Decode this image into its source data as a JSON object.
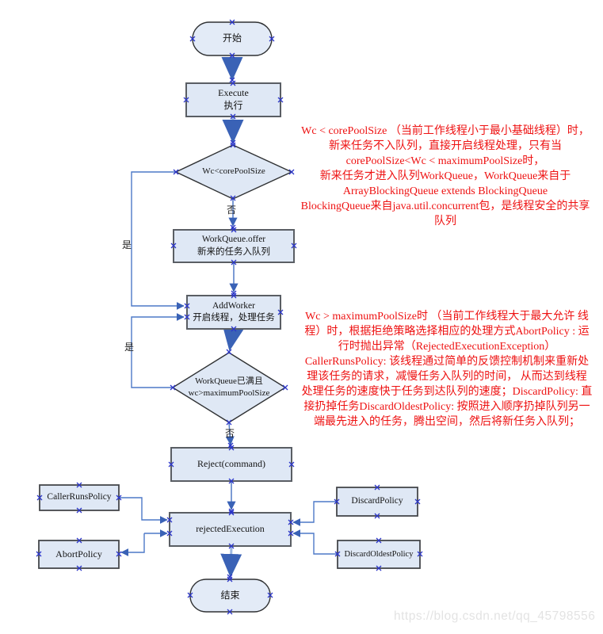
{
  "diagram": {
    "nodes": {
      "start": {
        "label": "开始"
      },
      "execute": {
        "line1": "Execute",
        "line2": "执行"
      },
      "decision_core": {
        "label": "Wc<corePoolSize"
      },
      "offer": {
        "line1": "WorkQueue.offer",
        "line2": "新来的任务入队列"
      },
      "add_worker": {
        "line1": "AddWorker",
        "line2": "开启线程，处理任务"
      },
      "decision_max": {
        "line1": "WorkQueue已满且",
        "line2": "wc>maximumPoolSize"
      },
      "reject": {
        "label": "Reject(command)"
      },
      "rejected_execution": {
        "label": "rejectedExecution"
      },
      "caller_runs_policy": {
        "label": "CallerRunsPolicy"
      },
      "abort_policy": {
        "label": "AbortPolicy"
      },
      "discard_policy": {
        "label": "DiscardPolicy"
      },
      "discard_oldest_policy": {
        "label": "DiscardOldestPolicy"
      },
      "end": {
        "label": "结束"
      }
    },
    "edge_labels": {
      "yes1": "是",
      "no1": "否",
      "yes2": "是",
      "no2": "否"
    }
  },
  "annotations": {
    "block1": {
      "lines": [
        "Wc < corePoolSize （当前工作线程小于最小基础线程）时，",
        "新来任务不入队列，直接开启线程处理，只有当",
        "corePoolSize<Wc < maximumPoolSize时，",
        "新来任务才进入队列WorkQueue，WorkQueue来自于",
        "ArrayBlockingQueue  extends BlockingQueue",
        "BlockingQueue来自java.util.concurrent包，是线程安全的共享",
        "队列"
      ]
    },
    "block2": {
      "lines": [
        "Wc >  maximumPoolSize时 （当前工作线程大于最大允许 线",
        "程）时，根据拒绝策略选择相应的处理方式AbortPolicy : 运",
        "行时抛出异常（RejectedExecutionException）",
        "CallerRunsPolicy: 该线程通过简单的反馈控制机制来重新处",
        "理该任务的请求，减慢任务入队列的时间，  从而达到线程",
        "处理任务的速度快于任务到达队列的速度；DiscardPolicy: 直",
        "接扔掉任务DiscardOldestPolicy: 按照进入顺序扔掉队列另一",
        "端最先进入的任务，腾出空间，然后将新任务入队列；"
      ]
    }
  },
  "watermark": "https://blog.csdn.net/qq_45798556",
  "colors": {
    "annotation_red": "#ee1111",
    "connector_blue": "#4d79c7",
    "arrowhead_blue": "#3a62b6",
    "shape_fill": "#dfe8f5",
    "marker_cross_blue": "#2b35c8",
    "box_border_gray": "#5a5e64"
  }
}
